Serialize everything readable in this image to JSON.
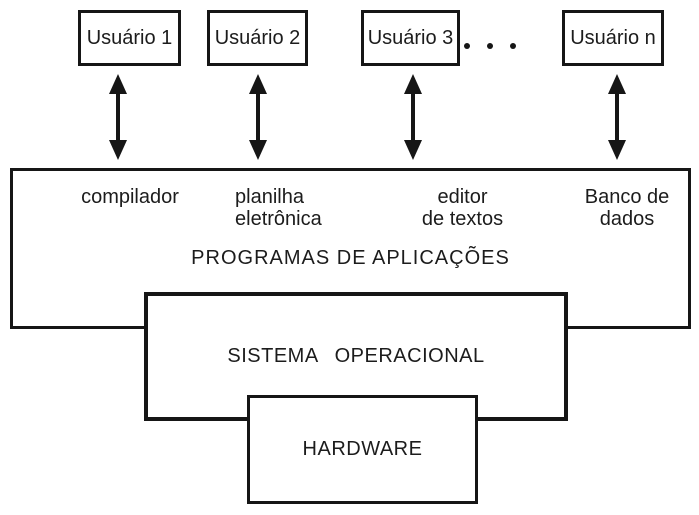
{
  "users": [
    {
      "label": "Usuário 1"
    },
    {
      "label": "Usuário 2"
    },
    {
      "label": "Usuário 3"
    },
    {
      "label": "Usuário n"
    }
  ],
  "applications": {
    "title": "PROGRAMAS DE APLICAÇÕES",
    "items": [
      {
        "lines": [
          "compilador"
        ]
      },
      {
        "lines": [
          "planilha",
          "eletrônica"
        ]
      },
      {
        "lines": [
          "editor",
          "de textos"
        ]
      },
      {
        "lines": [
          "Banco de",
          "dados"
        ]
      }
    ]
  },
  "os": {
    "label": "SISTEMA OPERACIONAL"
  },
  "hardware": {
    "label": "HARDWARE"
  },
  "colors": {
    "line": "#161616",
    "text": "#1c1c1c",
    "background": "#ffffff"
  }
}
